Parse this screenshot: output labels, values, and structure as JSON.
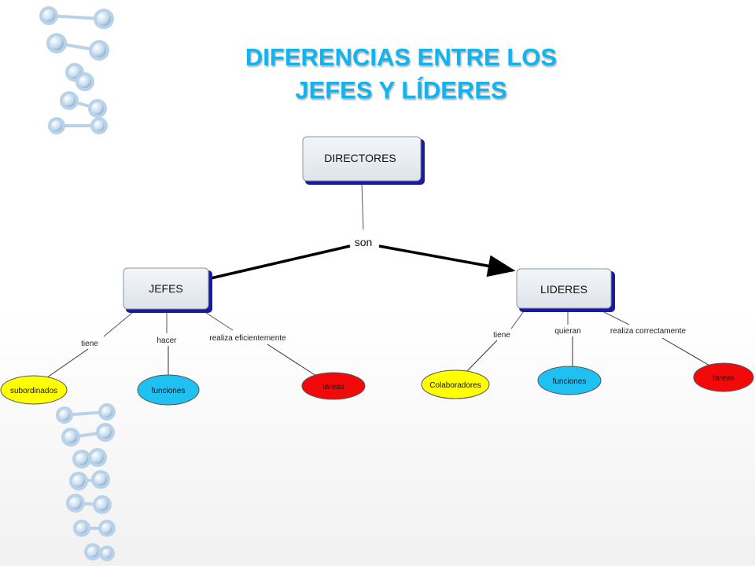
{
  "title": {
    "line1": "DIFERENCIAS ENTRE LOS",
    "line2": "JEFES Y  LÍDERES"
  },
  "colors": {
    "title": "#0fb4f0",
    "yellow": "#ffff00",
    "blue": "#1ec1f2",
    "red": "#f20a0a",
    "node_fill": "#e8ecf1",
    "node_shadow": "#1a1a9e"
  },
  "diagram": {
    "root": "DIRECTORES",
    "root_link": "son",
    "jefes": {
      "label": "JEFES",
      "links": [
        "tiene",
        "hacer",
        "realiza eficientemente"
      ],
      "leaves": [
        {
          "label": "subordinados",
          "color": "yellow"
        },
        {
          "label": "funciones",
          "color": "blue"
        },
        {
          "label": "tareas",
          "color": "red"
        }
      ]
    },
    "lideres": {
      "label": "LIDERES",
      "links": [
        "tiene",
        "quieran",
        "realiza correctamente"
      ],
      "leaves": [
        {
          "label": "Colaboradores",
          "color": "yellow"
        },
        {
          "label": "funciones",
          "color": "blue"
        },
        {
          "label": "tareas",
          "color": "red"
        }
      ]
    }
  }
}
